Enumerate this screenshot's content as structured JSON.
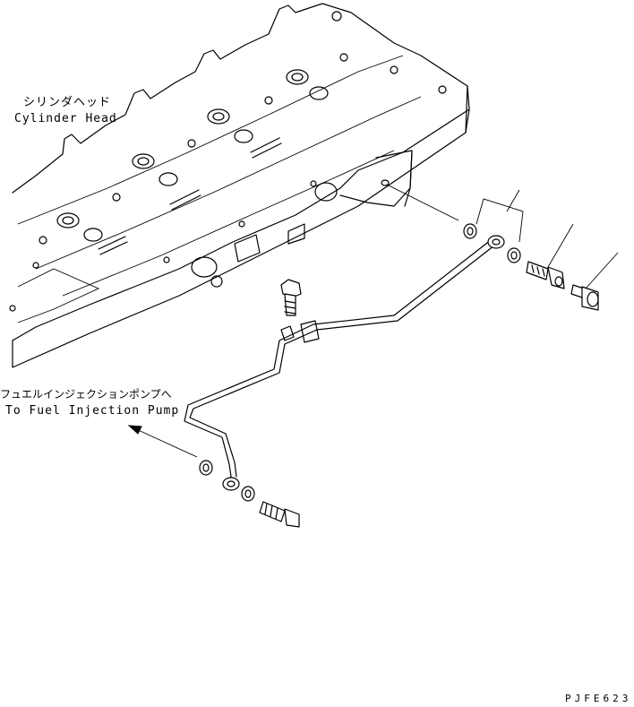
{
  "labels": {
    "cylinder_head_jp": "シリンダヘッド",
    "cylinder_head_en": "Cylinder Head",
    "pump_jp": "フュエルインジェクションポンプへ",
    "pump_en": "To Fuel Injection Pump",
    "drawing_code": "PJFE623"
  }
}
